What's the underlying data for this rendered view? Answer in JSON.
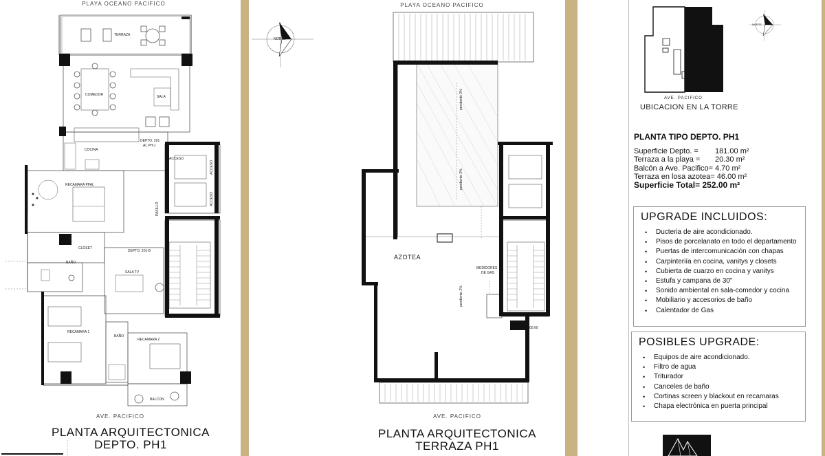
{
  "colors": {
    "tan": "#c9b383",
    "wall": "#111111",
    "line": "#555555"
  },
  "plan1": {
    "top_label": "PLAYA OCEANO PACIFICO",
    "bottom_label": "AVE. PACIFICO",
    "title_line1": "PLANTA ARQUITECTONICA",
    "title_line2": "DEPTO. PH1",
    "rooms": {
      "terraza": "TERRAZA",
      "comedor": "COMEDOR",
      "sala": "SALA",
      "cocina": "COCINA",
      "depto": "DEPTO. 201",
      "depto_sub": "AL PH-1",
      "recamara_ppal": "RECAMARA PPAL",
      "closet": "CLOSET",
      "bano1": "BAÑO",
      "depto_b": "DEPTO. 201-B",
      "sala_tv": "SALA TV",
      "recamara1": "RECAMARA 1",
      "bano2": "BAÑO",
      "recamara2": "RECAMARA 2",
      "balcon": "BALCON",
      "acceso1": "ACCESO",
      "acceso2": "ACCESO",
      "acceso3": "ACCESO",
      "pasillo": "PASILLO"
    }
  },
  "plan2": {
    "top_label": "PLAYA OCEANO PACIFICO",
    "bottom_label": "AVE. PACIFICO",
    "title_line1": "PLANTA ARQUITECTONICA",
    "title_line2": "TERRAZA PH1",
    "rooms": {
      "azotea": "AZOTEA",
      "medidores1": "MEDIDORES",
      "medidores2": "DE GAS",
      "pendiente1": "pendiente 2%",
      "pendiente2": "pendiente 2%",
      "pendiente3": "pendiente 2%",
      "level": "00.60"
    }
  },
  "north1": "NORTE",
  "north2": "NORTE",
  "location": {
    "street": "AVE. PACIFICO",
    "caption": "UBICACION EN LA TORRE"
  },
  "specs": {
    "title": "PLANTA TIPO DEPTO. PH1",
    "rows": [
      {
        "label": "Superficie Depto.   =",
        "value": "181.00 m²"
      },
      {
        "label": "Terraza a la playa =",
        "value": "20.30 m²"
      },
      {
        "label": "Balcón a Ave. Pacifico=",
        "value": "4.70 m²"
      },
      {
        "label": "Terraza en losa azotea=",
        "value": "46.00 m²"
      }
    ],
    "total": "Superficie Total= 252.00 m²"
  },
  "upgrades": {
    "title": "UPGRADE INCLUIDOS:",
    "items": [
      "Ducteria de aire acondicionado.",
      "Pisos de porcelanato en todo el departamento",
      "Puertas de intercomunicación con chapas",
      "Carpinteriía en cocina, vanitys y closets",
      "Cubierta de cuarzo en cocina y vanitys",
      "Estufa y campana de 30\"",
      "Sonido ambiental en sala-comedor y cocina",
      "Mobiliario y accesorios de baño",
      "Calentador de Gas"
    ]
  },
  "possible": {
    "title": "POSIBLES UPGRADE:",
    "items": [
      "Equipos de aire acondicionado.",
      "Filtro de agua",
      "Triturador",
      "Canceles de baño",
      "Cortinas screen y blackout en recamaras",
      "Chapa electrónica en puerta principal"
    ]
  }
}
